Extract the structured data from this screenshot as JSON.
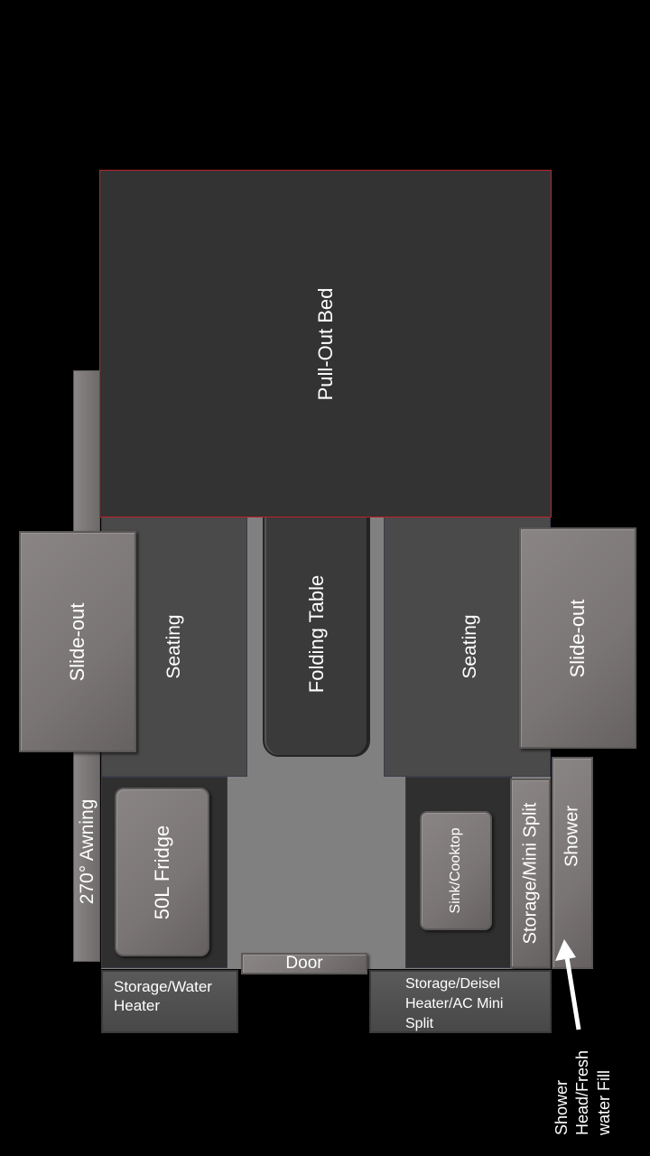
{
  "labels": {
    "bed": "Pull-Out Bed",
    "slideout_left": "Slide-out",
    "slideout_right": "Slide-out",
    "seating_left": "Seating",
    "seating_right": "Seating",
    "table": "Folding Table",
    "awning": "270° Awning",
    "fridge": "50L Fridge",
    "sink": "Sink/Cooktop",
    "storage_split": "Storage/Mini Split",
    "shower": "Shower",
    "door": "Door",
    "storage_water_line1": "Storage/Water",
    "storage_water_line2": "Heater",
    "storage_deisel_line1": "Storage/Deisel",
    "storage_deisel_line2": "Heater/AC Mini",
    "storage_deisel_line3": "Split",
    "shower_head_line1": "Shower",
    "shower_head_line2": "Head/Fresh",
    "shower_head_line3": "water Fill"
  },
  "colors": {
    "background": "#000000",
    "bed_fill": "#333333",
    "bed_border": "#c0202a",
    "floor": "#808080",
    "module_light": "#7f7a7a",
    "module_dark": "#4a4a4a",
    "module_darker": "#2f2f2f",
    "text": "#ffffff"
  }
}
